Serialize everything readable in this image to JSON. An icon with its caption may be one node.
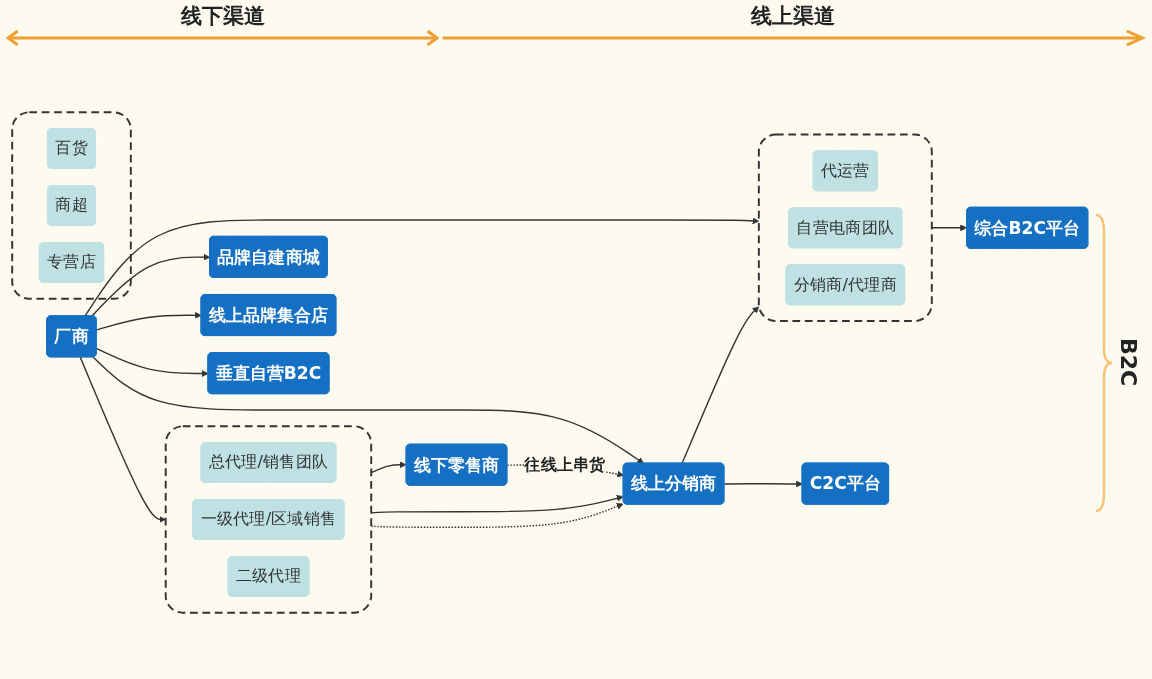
{
  "diagram": {
    "nodes": [
      {
        "text": [
          "厂商"
        ]
      },
      {
        "text": [],
        "shape": "box"
      },
      {
        "text": [
          "总代理/销售团队"
        ],
        "in": 1
      },
      {
        "text": [
          "一级代理/区域销售"
        ],
        "in": 1
      },
      {
        "text": [
          "二级代理"
        ],
        "in": 1
      },
      {
        "text": [
          "线下零售商"
        ]
      },
      {
        "text": [],
        "shape": "box"
      },
      {
        "text": [
          "百货"
        ],
        "in": 6
      },
      {
        "text": [
          "商超"
        ],
        "in": 6
      },
      {
        "text": [
          "专营店"
        ],
        "in": 6
      },
      {
        "text": [
          "线上分销商"
        ]
      },
      {
        "text": [
          "品牌自建商城"
        ]
      },
      {
        "text": [
          "线上品牌集合店"
        ]
      },
      {
        "text": [
          "垂直自营B2C"
        ]
      },
      {
        "text": [],
        "shape": "box"
      },
      {
        "text": [
          "代运营"
        ],
        "in": 14
      },
      {
        "text": [
          "自营电商团队"
        ],
        "in": 14
      },
      {
        "text": [
          "分销商/代理商"
        ],
        "in": 14
      },
      {
        "text": [
          "综合B2C平台"
        ]
      },
      {
        "text": [
          "C2C平台"
        ]
      }
    ],
    "edges": [
      {
        "from": 0,
        "to": 1,
        "arrow": "to"
      },
      {
        "from": 0,
        "to": 10,
        "arrow": "to"
      },
      {
        "from": 0,
        "to": 11,
        "arrow": "to"
      },
      {
        "from": 0,
        "to": 12,
        "arrow": "to"
      },
      {
        "from": 0,
        "to": 13,
        "arrow": "to"
      },
      {
        "from": 0,
        "to": 14,
        "arrow": "to"
      },
      {
        "from": 1,
        "to": 10,
        "arrow": "to"
      },
      {
        "from": 1,
        "to": 5,
        "arrow": "to"
      },
      {
        "from": 1,
        "to": 10,
        "arrow": "to",
        "style": "dashed"
      },
      {
        "from": 5,
        "to": 10,
        "arrow": "to",
        "style": "dashed",
        "label": "往线上串货"
      },
      {
        "from": 10,
        "to": 14,
        "arrow": "to"
      },
      {
        "from": 14,
        "to": 18,
        "arrow": "to"
      },
      {
        "from": 10,
        "to": 19,
        "arrow": "to"
      }
    ],
    "labels": [
      "线下渠道",
      "线上渠道",
      "B2C"
    ]
  }
}
